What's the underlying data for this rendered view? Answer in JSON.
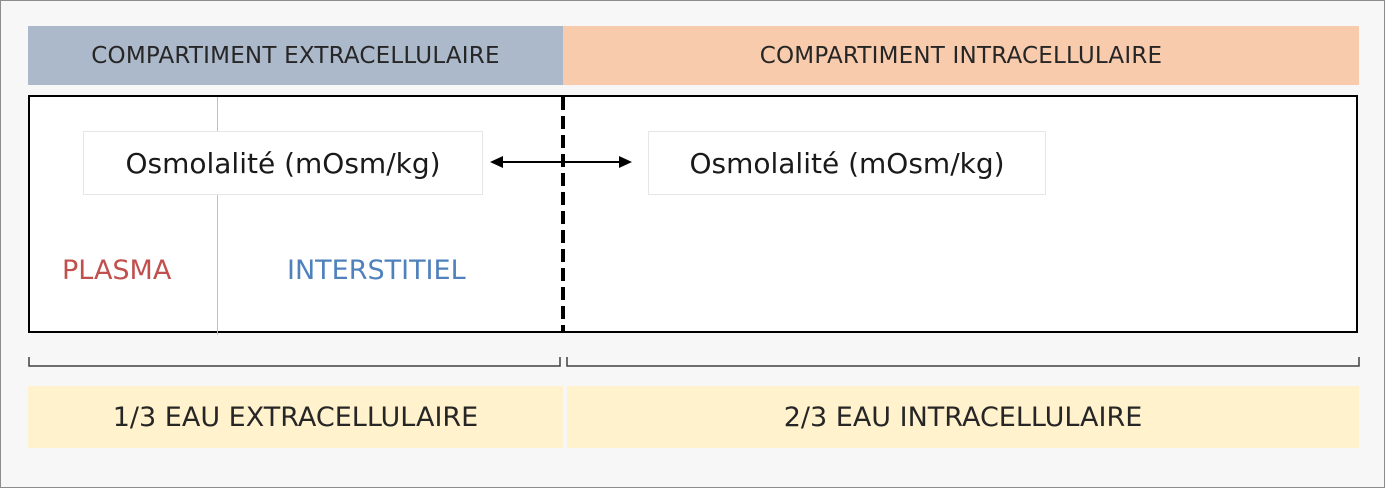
{
  "header": {
    "extracellular": "COMPARTIMENT EXTRACELLULAIRE",
    "intracellular": "COMPARTIMENT INTRACELLULAIRE"
  },
  "main": {
    "osmolality_left": "Osmolalité (mOsm/kg)",
    "osmolality_right": "Osmolalité (mOsm/kg)",
    "plasma_label": "PLASMA",
    "interstitial_label": "INTERSTITIEL"
  },
  "footer": {
    "extracellular_water": "1/3 EAU EXTRACELLULAIRE",
    "intracellular_water": "2/3 EAU INTRACELLULAIRE"
  },
  "colors": {
    "extracellular_header": "#acb9ca",
    "intracellular_header": "#f8cbad",
    "footer_bg": "#fff2cc",
    "plasma": "#c0504d",
    "interstitial": "#4f81bd"
  }
}
